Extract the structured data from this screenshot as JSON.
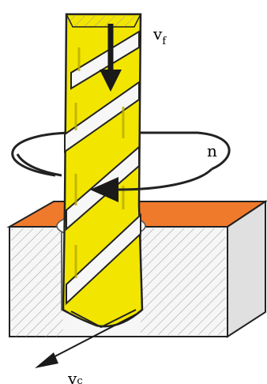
{
  "labels": {
    "feed": "v",
    "feed_sub": "f",
    "rotation": "n",
    "cutting": "v",
    "cutting_sub": "c"
  },
  "colors": {
    "drill": "#f2e600",
    "drill_shadow": "#c8b800",
    "workpiece_top": "#f07a2c",
    "workpiece_side": "#f4f4f4",
    "arrow": "#1a1a1a"
  }
}
